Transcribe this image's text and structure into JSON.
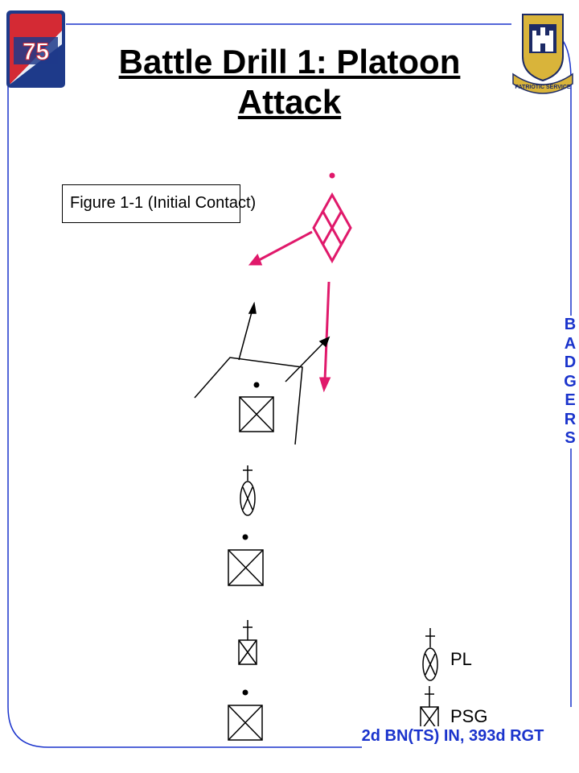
{
  "slide": {
    "title": "Battle Drill 1: Platoon Attack",
    "figure_caption": "Figure 1-1 (Initial Contact)",
    "side_banner": "BADGERS",
    "footer": "2d BN(TS) IN, 393d RGT"
  },
  "logos": {
    "left_patch_text": "75",
    "right_crest_motto": "PATRIOTIC SERVICE"
  },
  "legend": {
    "pl_label": "PL",
    "psg_label": "PSG"
  },
  "colors": {
    "frame_blue": "#1a33cc",
    "enemy_magenta": "#e0196b",
    "friendly_black": "#000000",
    "crest_gold": "#d9b43a",
    "crest_navy": "#1c2a66"
  }
}
